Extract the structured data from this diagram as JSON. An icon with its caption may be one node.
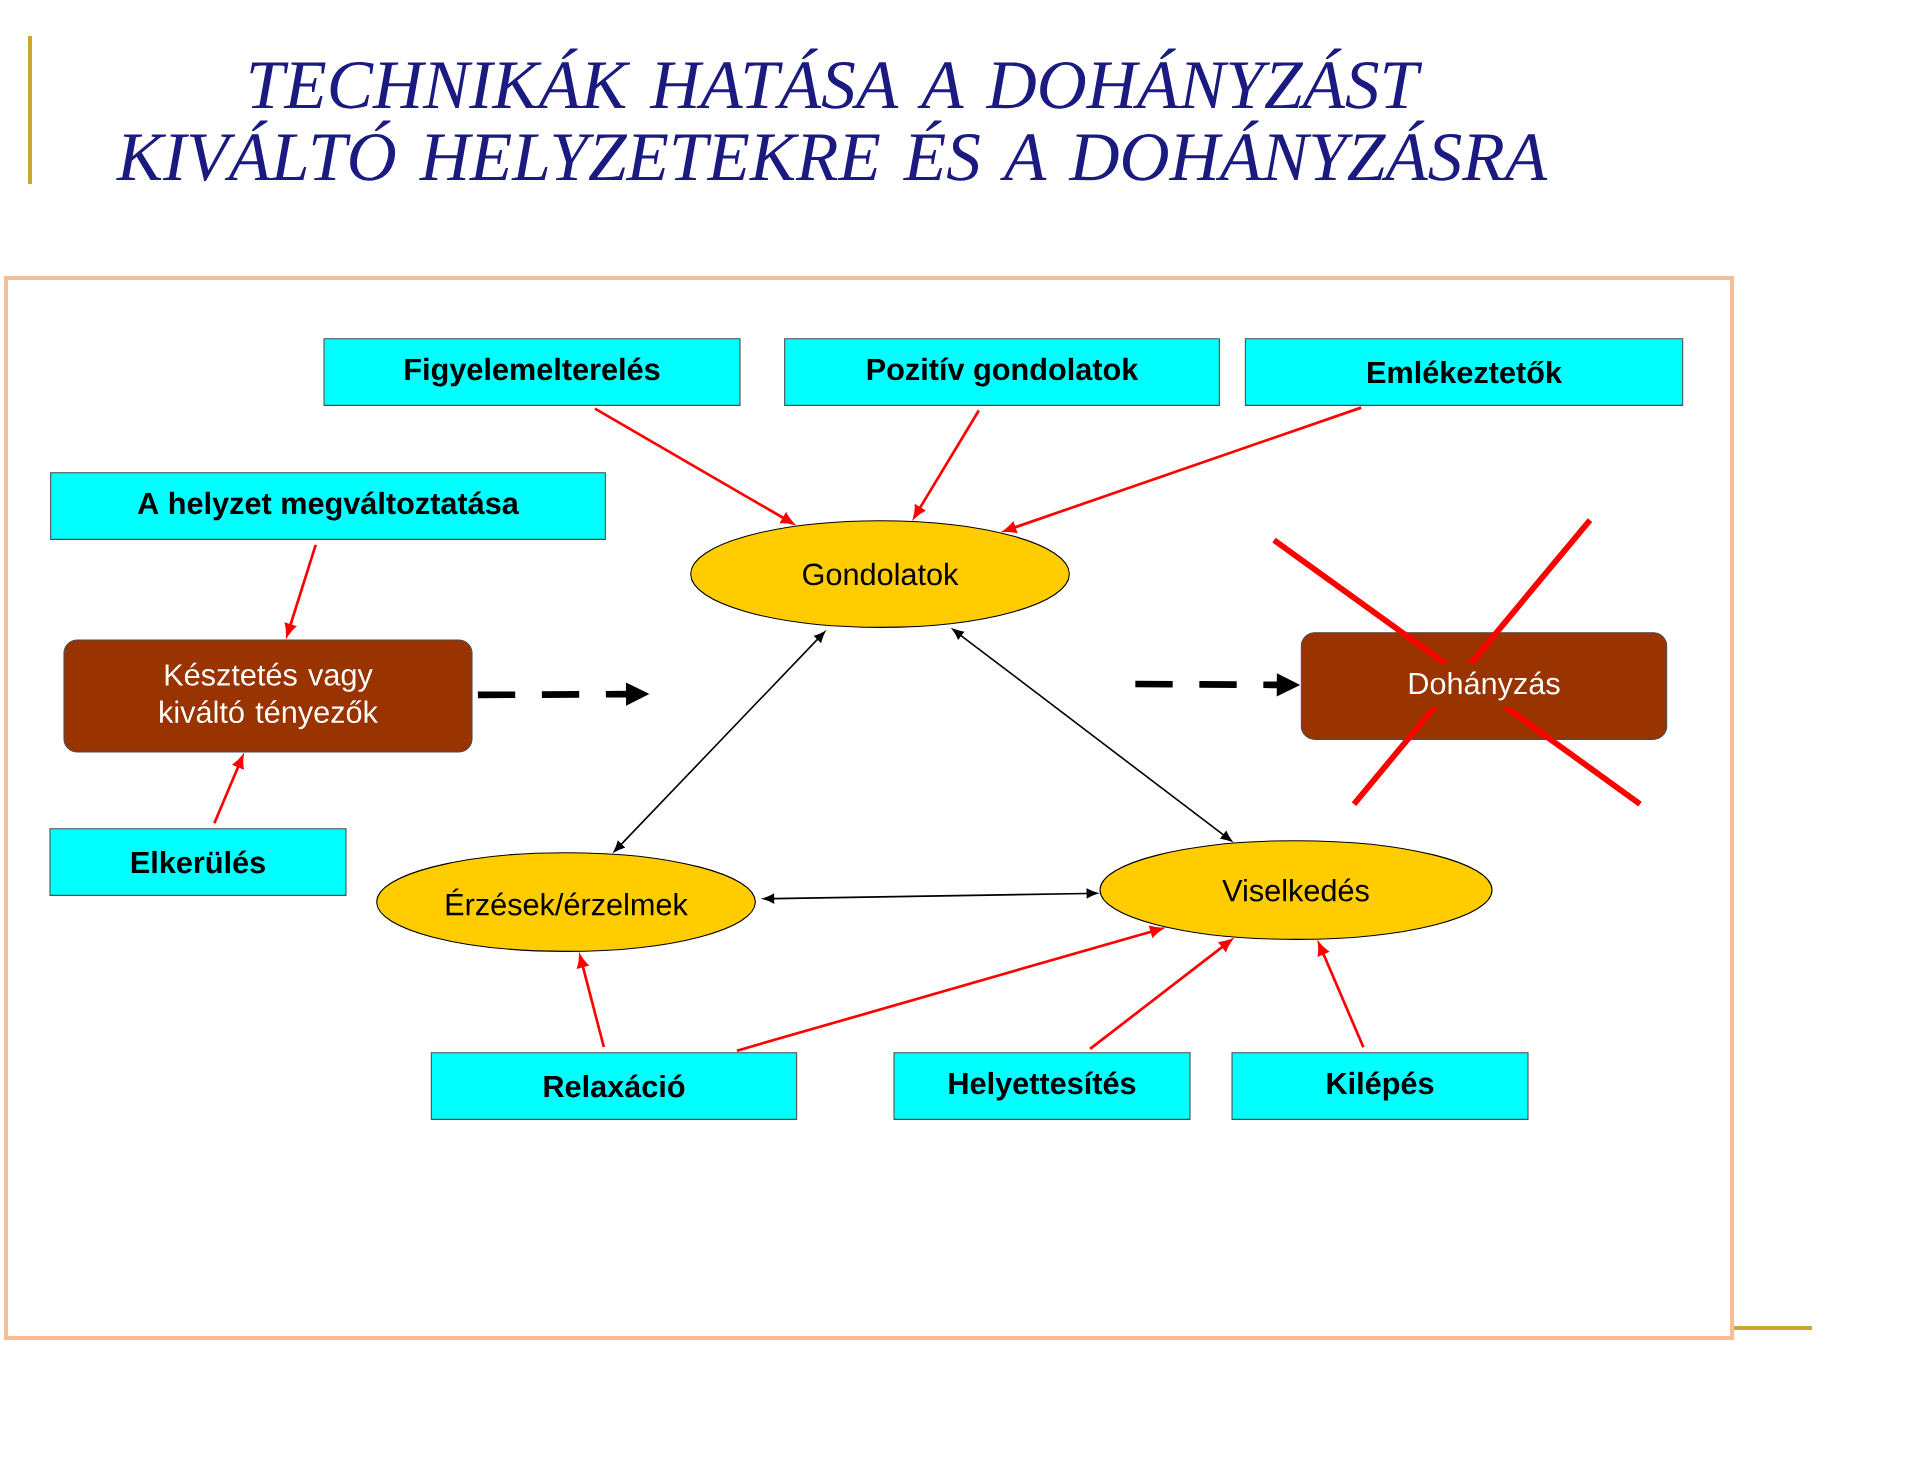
{
  "diagram": {
    "title": "TECHNIKÁK HATÁSA A DOHÁNYZÁST KIVÁLTÓ HELYZETEKRE ÉS A DOHÁNYZÁSRA",
    "nodes": [
      {
        "text": [
          "Figyelemelterelés"
        ]
      },
      {
        "text": [
          "Pozitív gondolatok"
        ]
      },
      {
        "text": [
          "Emlékeztetők"
        ]
      },
      {
        "text": [
          "A helyzet megváltoztatása"
        ]
      },
      {
        "text": [
          "Gondolatok"
        ]
      },
      {
        "text": [
          "Késztetés vagy kiváltó tényezők"
        ]
      },
      {
        "text": [
          "Dohányzás"
        ]
      },
      {
        "text": [
          "Elkerülés"
        ]
      },
      {
        "text": [
          "Érzések/érzelmek"
        ]
      },
      {
        "text": [
          "Viselkedés"
        ]
      },
      {
        "text": [
          "Relaxáció"
        ]
      },
      {
        "text": [
          "Helyettesítés"
        ]
      },
      {
        "text": [
          "Kilépés"
        ]
      }
    ],
    "edges": [
      {
        "from": 0,
        "to": 4,
        "arrow": "to"
      },
      {
        "from": 1,
        "to": 4,
        "arrow": "to"
      },
      {
        "from": 2,
        "to": 4,
        "arrow": "to"
      },
      {
        "from": 3,
        "to": 5,
        "arrow": "to"
      },
      {
        "from": 7,
        "to": 5,
        "arrow": "to"
      },
      {
        "from": 5,
        "to": null,
        "arrow": "to",
        "style": "dashed",
        "color": "#000000"
      },
      {
        "from": null,
        "to": 6,
        "arrow": "to",
        "style": "dashed",
        "color": "#000000"
      },
      {
        "from": 4,
        "to": 8,
        "arrow": "both",
        "color": "#000000"
      },
      {
        "from": 4,
        "to": 9,
        "arrow": "both",
        "color": "#000000"
      },
      {
        "from": 8,
        "to": 9,
        "arrow": "both",
        "color": "#000000"
      },
      {
        "from": 10,
        "to": 8,
        "arrow": "to"
      },
      {
        "from": 10,
        "to": 9,
        "arrow": "to"
      },
      {
        "from": 11,
        "to": 9,
        "arrow": "to"
      },
      {
        "from": 12,
        "to": 9,
        "arrow": "to"
      }
    ]
  }
}
